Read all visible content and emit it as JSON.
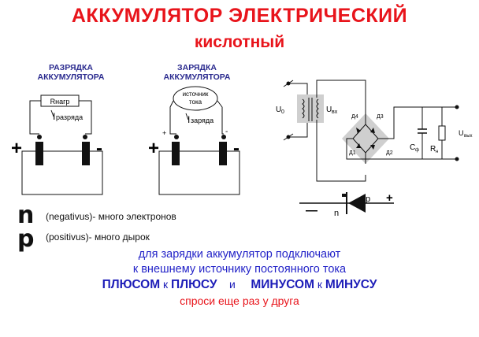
{
  "title": {
    "line1": "АККУМУЛЯТОР ЭЛЕКТРИЧЕСКИЙ",
    "line2": "кислотный"
  },
  "discharge": {
    "heading_line1": "РАЗРЯДКА",
    "heading_line2": "АККУМУЛЯТОРА",
    "load_label": "Rнагр",
    "current_label": "I",
    "current_sub": "разряда",
    "plus": "+",
    "minus": "-"
  },
  "charge": {
    "heading_line1": "ЗАРЯДКА",
    "heading_line2": "АККУМУЛЯТОРА",
    "source_line1": "источник",
    "source_line2": "тока",
    "current_label": "I",
    "current_sub": "заряда",
    "plus": "+",
    "minus": "-",
    "source_plus": "+",
    "source_minus": "-"
  },
  "rectifier": {
    "u0": "U",
    "u0_sub": "0",
    "uin": "U",
    "uin_sub": "вх",
    "d1": "Д1",
    "d2": "Д2",
    "d3": "Д3",
    "d4": "Д4",
    "c": "C",
    "c_sub": "ф",
    "r": "R",
    "r_sub": "н",
    "uout": "U",
    "uout_sub": "вых"
  },
  "diode": {
    "n": "n",
    "p": "p",
    "minus": "—",
    "plus": "+"
  },
  "legend": {
    "n_letter": "n",
    "n_text": "(negativus)- много электронов",
    "p_letter": "p",
    "p_text": "(positivus)- много дырок"
  },
  "note": {
    "line1": "для зарядки аккумулятор подключают",
    "line2": "к внешнему источнику постоянного тока",
    "plus_word": "ПЛЮСОМ",
    "to1": "к",
    "plus_word2": "ПЛЮСУ",
    "and": "и",
    "minus_word": "МИНУСОМ",
    "to2": "к",
    "minus_word2": "МИНУСУ",
    "ask": "спроси еще раз у друга"
  }
}
